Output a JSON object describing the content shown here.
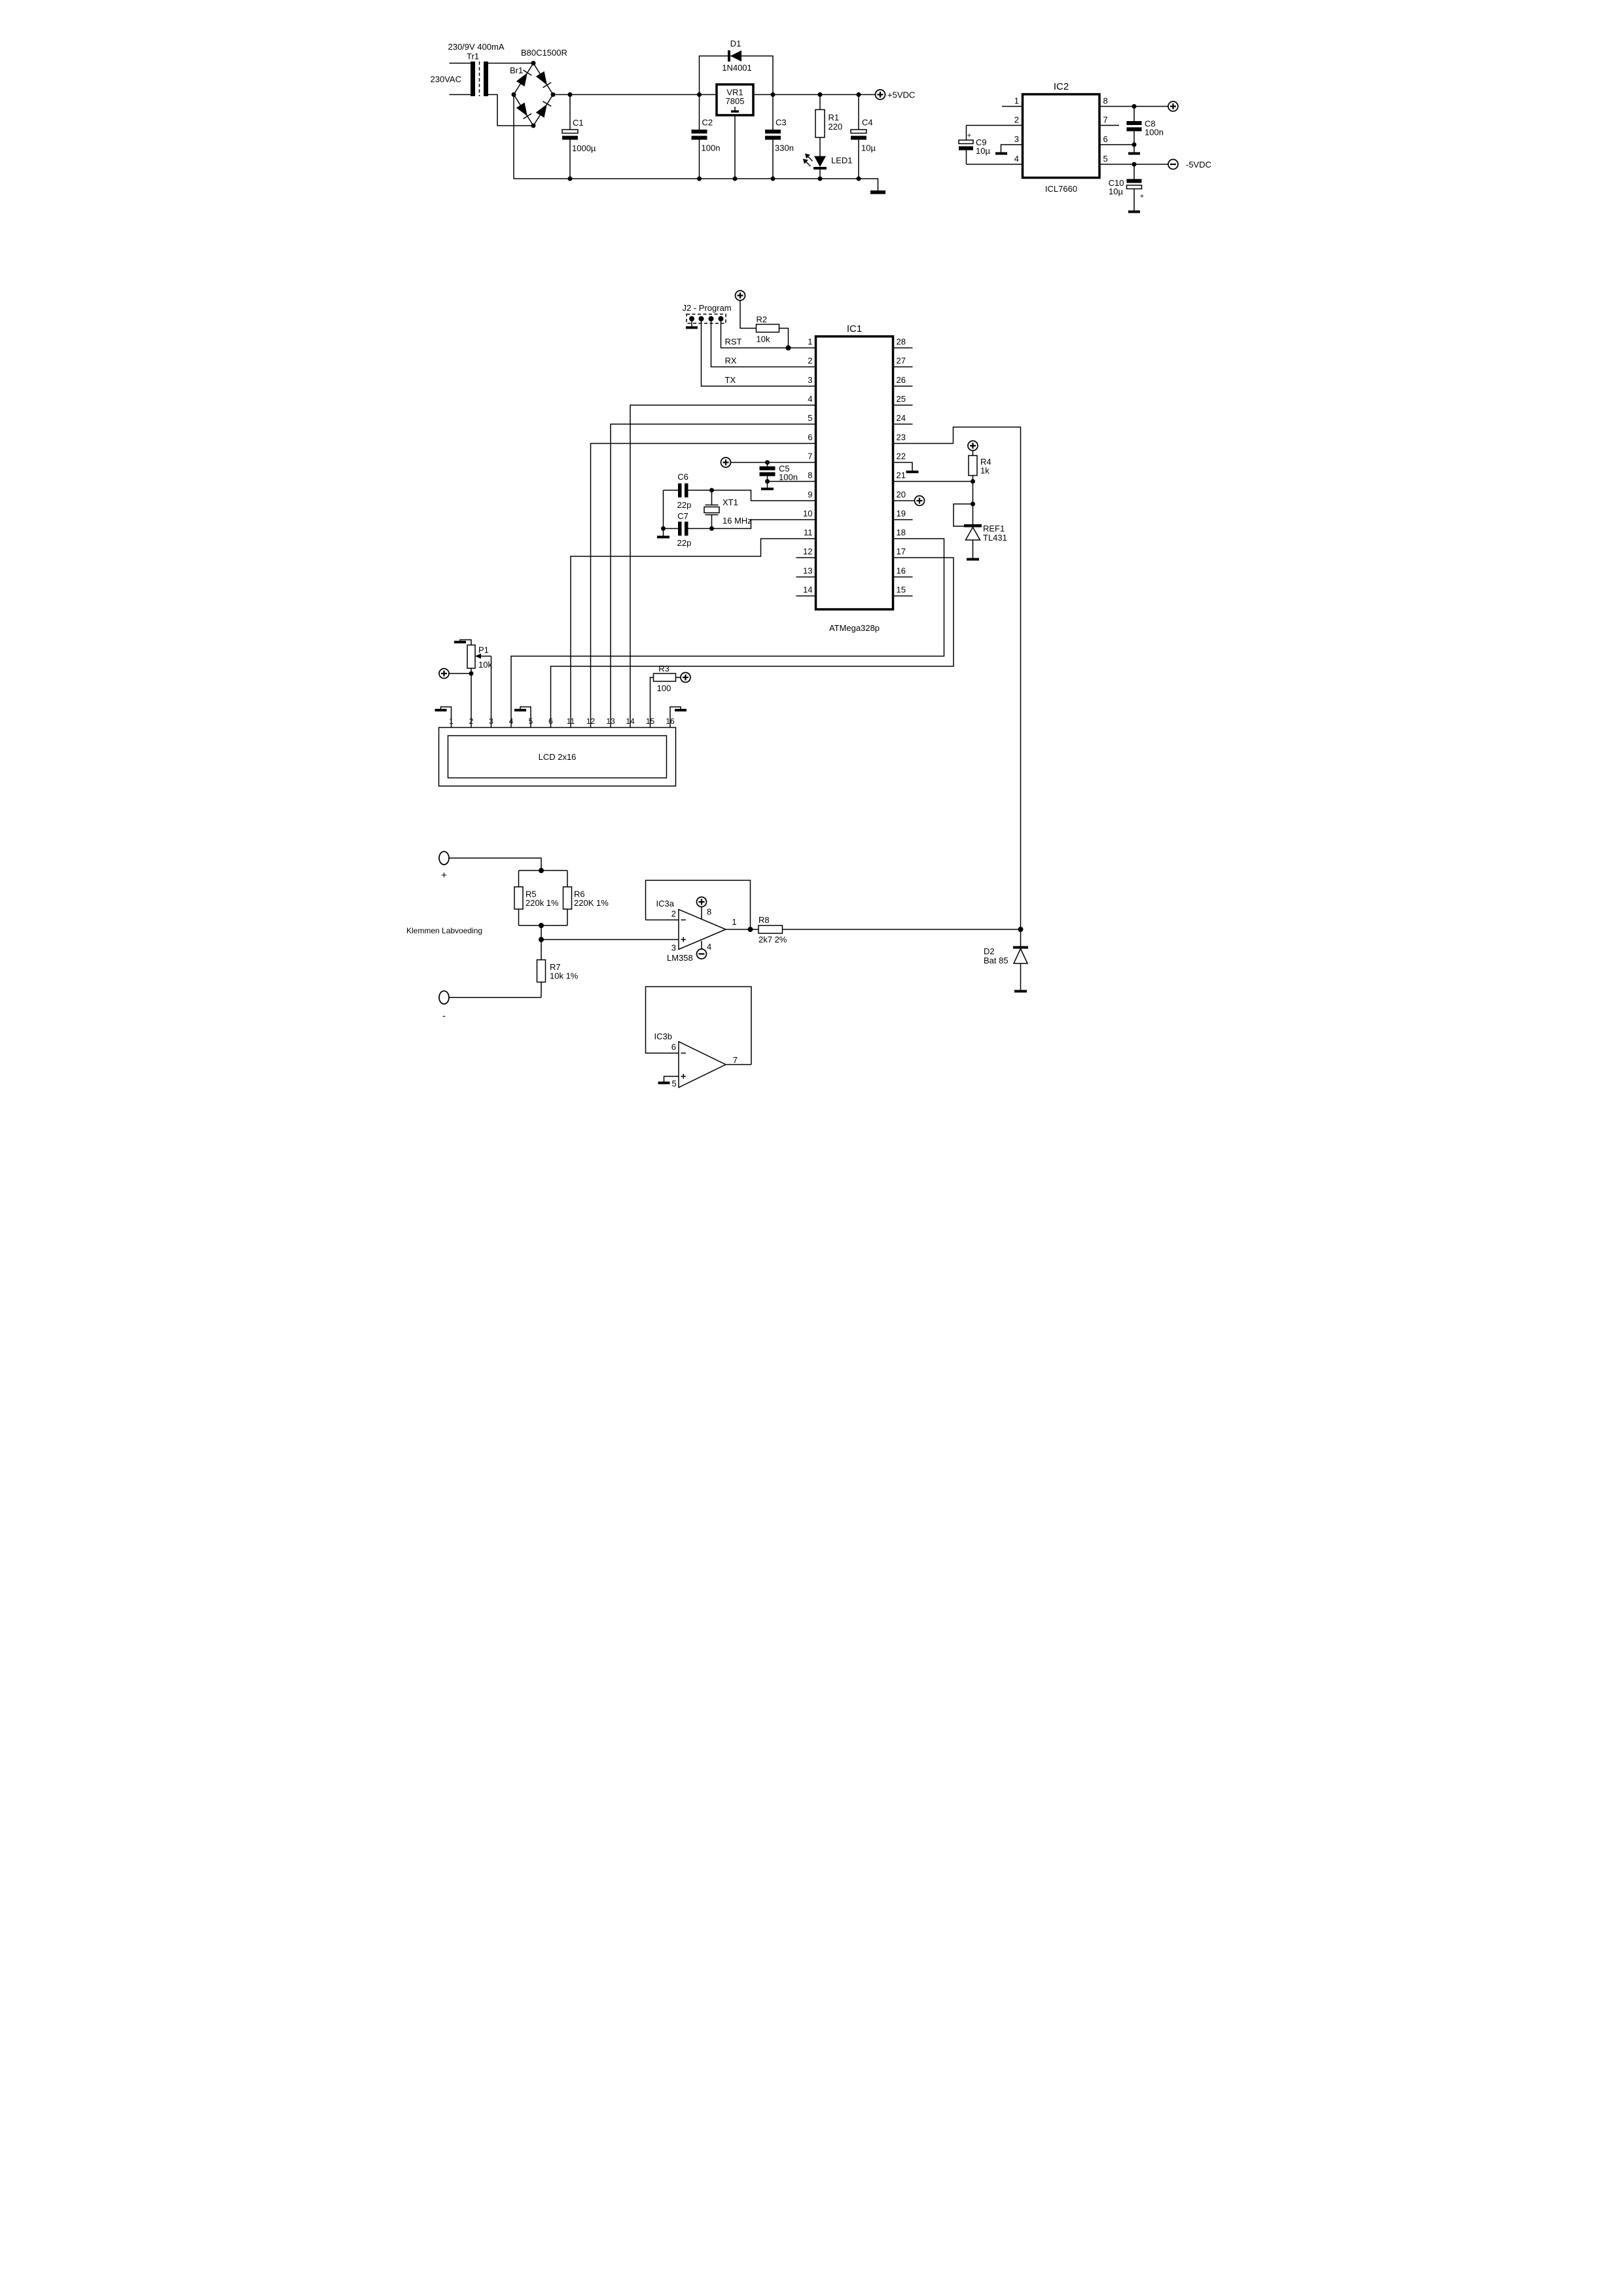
{
  "power": {
    "tr1": {
      "spec": "230/9V 400mA",
      "name": "Tr1",
      "input": "230VAC"
    },
    "br1": {
      "name": "Br1",
      "part": "B80C1500R"
    },
    "d1": {
      "name": "D1",
      "part": "1N4001"
    },
    "vr1": {
      "name": "VR1",
      "part": "7805"
    },
    "c1": {
      "name": "C1",
      "value": "1000µ"
    },
    "c2": {
      "name": "C2",
      "value": "100n"
    },
    "c3": {
      "name": "C3",
      "value": "330n"
    },
    "c4": {
      "name": "C4",
      "value": "10µ"
    },
    "r1": {
      "name": "R1",
      "value": "220"
    },
    "led1": {
      "name": "LED1"
    },
    "rail_pos": "+5VDC"
  },
  "inverter": {
    "name": "IC2",
    "part": "ICL7660",
    "pins_left": [
      "1",
      "2",
      "3",
      "4"
    ],
    "pins_right": [
      "8",
      "7",
      "6",
      "5"
    ],
    "c8": {
      "name": "C8",
      "value": "100n"
    },
    "c9": {
      "name": "C9",
      "value": "10µ",
      "plus": "+"
    },
    "c10": {
      "name": "C10",
      "value": "10µ",
      "plus": "+"
    },
    "rail_neg": "-5VDC"
  },
  "mcu": {
    "name": "IC1",
    "part": "ATMega328p",
    "pins_left": [
      "1",
      "2",
      "3",
      "4",
      "5",
      "6",
      "7",
      "8",
      "9",
      "10",
      "11",
      "12",
      "13",
      "14"
    ],
    "pins_right": [
      "28",
      "27",
      "26",
      "25",
      "24",
      "23",
      "22",
      "21",
      "20",
      "19",
      "18",
      "17",
      "16",
      "15"
    ],
    "j2": {
      "label": "J2 - Program"
    },
    "r2": {
      "name": "R2",
      "value": "10k"
    },
    "signals": {
      "rst": "RST",
      "rx": "RX",
      "tx": "TX"
    },
    "c5": {
      "name": "C5",
      "value": "100n"
    },
    "c6": {
      "name": "C6",
      "value": "22p"
    },
    "c7": {
      "name": "C7",
      "value": "22p"
    },
    "xt1": {
      "name": "XT1",
      "value": "16 MHz"
    },
    "r4": {
      "name": "R4",
      "value": "1k"
    },
    "ref1": {
      "name": "REF1",
      "part": "TL431"
    }
  },
  "lcd": {
    "label": "LCD 2x16",
    "pins": [
      "1",
      "2",
      "3",
      "4",
      "5",
      "6",
      "11",
      "12",
      "13",
      "14",
      "15",
      "16"
    ],
    "p1": {
      "name": "P1",
      "value": "10k"
    },
    "r3": {
      "name": "R3",
      "value": "100"
    }
  },
  "analog": {
    "terminals_label": "Klemmen Labvoeding",
    "plus": "+",
    "minus": "-",
    "r5": {
      "name": "R5",
      "value": "220k 1%"
    },
    "r6": {
      "name": "R6",
      "value": "220K 1%"
    },
    "r7": {
      "name": "R7",
      "value": "10k 1%"
    },
    "r8": {
      "name": "R8",
      "value": "2k7 2%"
    },
    "ic3a": {
      "name": "IC3a",
      "part": "LM358",
      "pin_out": "1",
      "pin_inv": "2",
      "pin_noninv": "3",
      "pin_vplus": "8",
      "pin_vminus": "4"
    },
    "ic3b": {
      "name": "IC3b",
      "pin_inv": "6",
      "pin_noninv": "5",
      "pin_out": "7"
    },
    "d2": {
      "name": "D2",
      "part": "Bat 85"
    }
  },
  "colors": {
    "ink": "#000000",
    "background": "#ffffff"
  }
}
